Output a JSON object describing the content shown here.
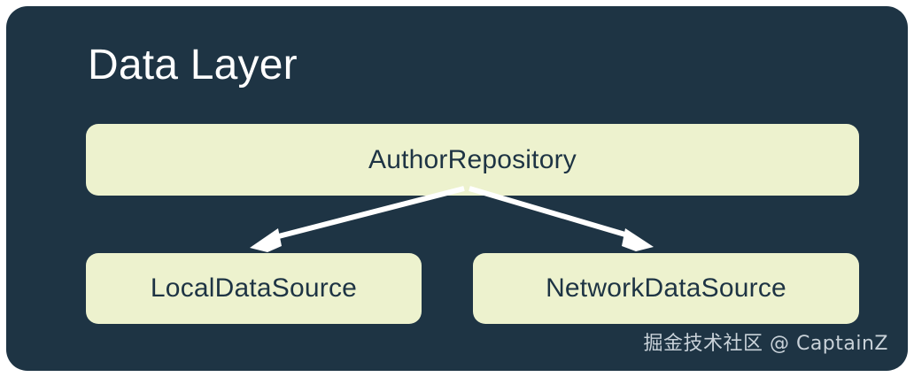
{
  "diagram": {
    "title": "Data Layer",
    "card_color": "#1e3444",
    "node_color": "#edf2ce",
    "node_text_color": "#1e3444",
    "title_color": "#ffffff",
    "arrow_color": "#ffffff",
    "page_background": "#ffffff"
  },
  "nodes": [
    {
      "id": "repository",
      "label": "AuthorRepository"
    },
    {
      "id": "local",
      "label": "LocalDataSource"
    },
    {
      "id": "network",
      "label": "NetworkDataSource"
    }
  ],
  "edges": [
    {
      "from": "repository",
      "to": "local",
      "kind": "arrow"
    },
    {
      "from": "repository",
      "to": "network",
      "kind": "arrow"
    }
  ],
  "watermark": {
    "text": "掘金技术社区 @ CaptainZ"
  }
}
